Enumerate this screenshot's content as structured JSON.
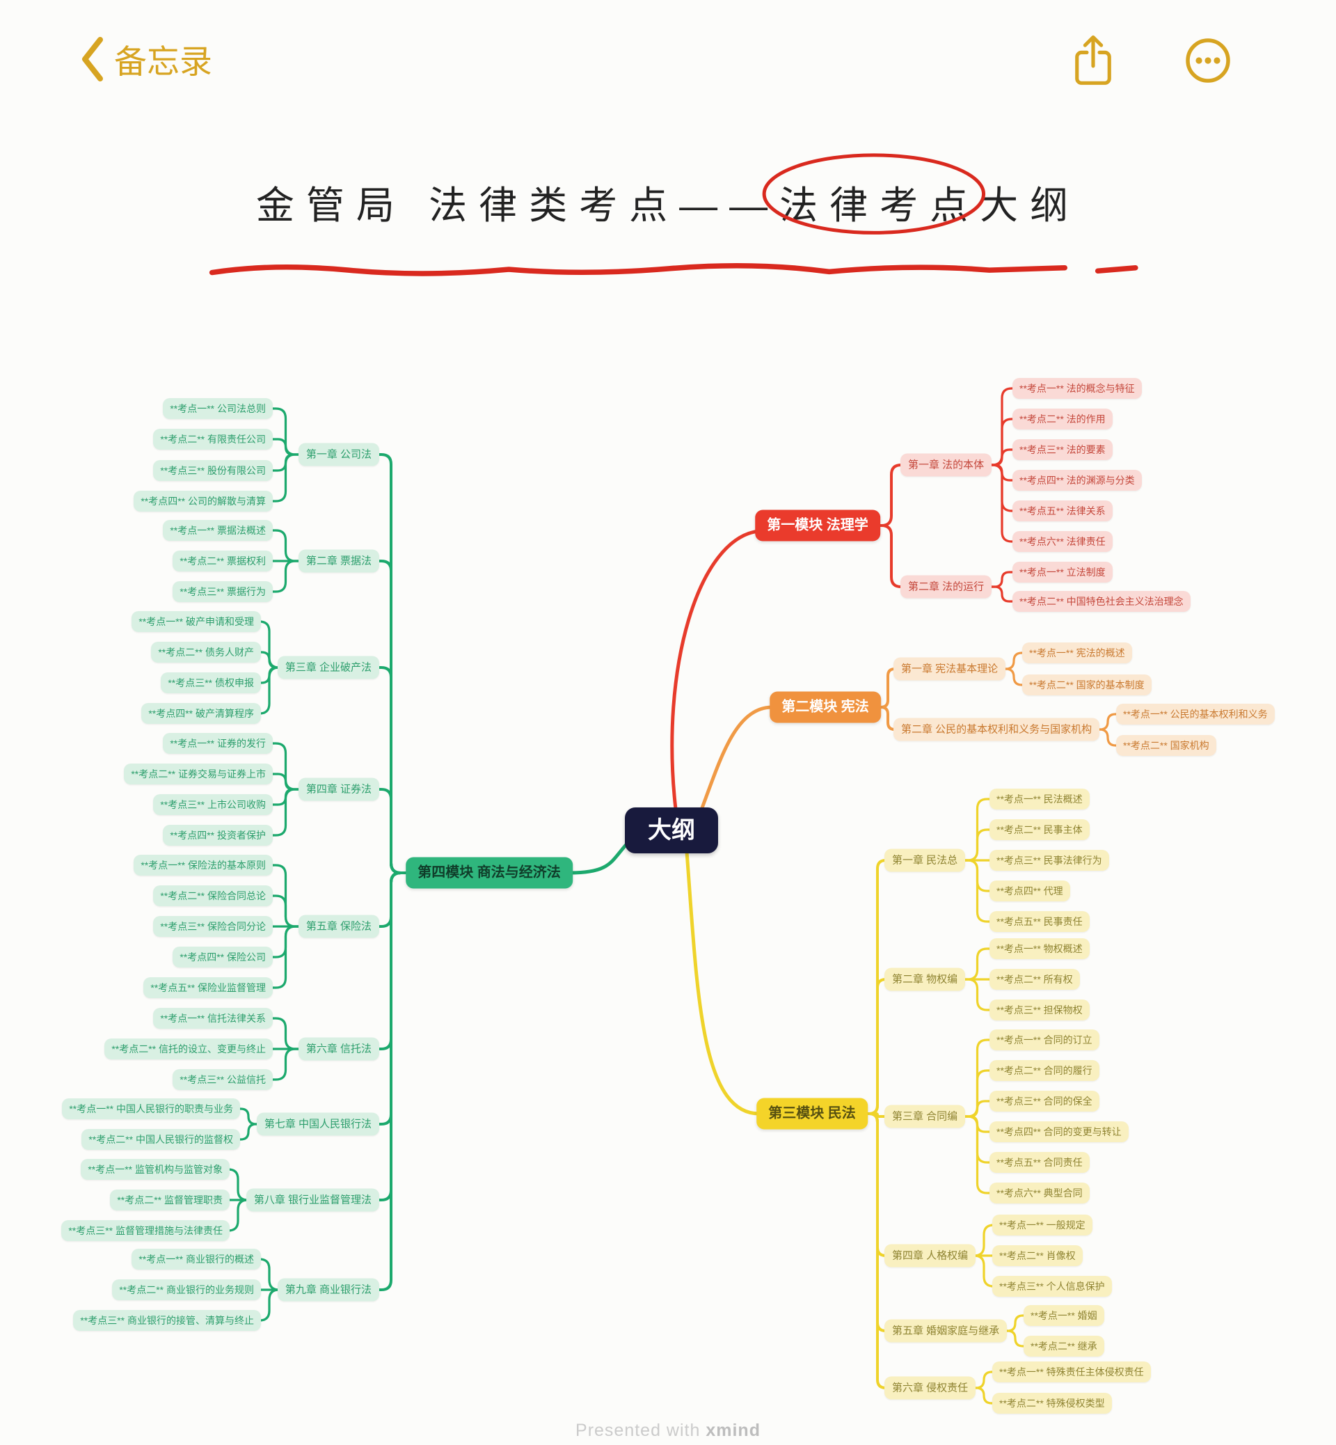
{
  "app": {
    "back_label": "备忘录",
    "back_icon": "chevron-left-icon",
    "share_icon": "share-icon",
    "more_icon": "ellipsis-circle-icon",
    "accent_gold": "#d7a421",
    "watermark_prefix": "Presented with",
    "watermark_brand": "xmind"
  },
  "title": {
    "segment_before": "金管局 法律类考点——",
    "segment_circled": "法律考点",
    "segment_after": "大纲",
    "annotation_color": "#d9291e",
    "ink_color": "#222222"
  },
  "root_label": "大纲",
  "themes": {
    "root": {
      "bg": "#181a3d",
      "text": "#ffffff"
    },
    "red": {
      "module_bg": "#ea3b2c",
      "module_text": "#ffffff",
      "node_bg": "#fadad6",
      "node_text": "#c4473b",
      "line": "#e73b2b"
    },
    "orange": {
      "module_bg": "#f0923e",
      "module_text": "#ffffff",
      "node_bg": "#fbe8d2",
      "node_text": "#c9792f",
      "line": "#f09a45"
    },
    "yellow": {
      "module_bg": "#f4d429",
      "module_text": "#565011",
      "node_bg": "#f9f0c0",
      "node_text": "#8f8432",
      "line": "#efd32a"
    },
    "green": {
      "module_bg": "#2fb67d",
      "module_text": "#103d2a",
      "node_bg": "#d9f0e3",
      "node_text": "#2c9e6c",
      "line": "#1ca96d"
    }
  },
  "modules": [
    {
      "id": "m1",
      "label": "第一模块 法理学",
      "theme": "red",
      "chapters": [
        {
          "label": "第一章 法的本体",
          "topics": [
            "**考点一** 法的概念与特征",
            "**考点二** 法的作用",
            "**考点三** 法的要素",
            "**考点四** 法的渊源与分类",
            "**考点五** 法律关系",
            "**考点六** 法律责任"
          ]
        },
        {
          "label": "第二章 法的运行",
          "topics": [
            "**考点一** 立法制度",
            "**考点二** 中国特色社会主义法治理念"
          ]
        }
      ]
    },
    {
      "id": "m2",
      "label": "第二模块 宪法",
      "theme": "orange",
      "chapters": [
        {
          "label": "第一章 宪法基本理论",
          "topics": [
            "**考点一** 宪法的概述",
            "**考点二** 国家的基本制度"
          ]
        },
        {
          "label": "第二章 公民的基本权利和义务与国家机构",
          "topics": [
            "**考点一** 公民的基本权利和义务",
            "**考点二** 国家机构"
          ]
        }
      ]
    },
    {
      "id": "m3",
      "label": "第三模块 民法",
      "theme": "yellow",
      "chapters": [
        {
          "label": "第一章 民法总",
          "topics": [
            "**考点一** 民法概述",
            "**考点二** 民事主体",
            "**考点三** 民事法律行为",
            "**考点四** 代理",
            "**考点五** 民事责任"
          ]
        },
        {
          "label": "第二章 物权编",
          "topics": [
            "**考点一** 物权概述",
            "**考点二** 所有权",
            "**考点三** 担保物权"
          ]
        },
        {
          "label": "第三章 合同编",
          "topics": [
            "**考点一** 合同的订立",
            "**考点二** 合同的履行",
            "**考点三** 合同的保全",
            "**考点四** 合同的变更与转让",
            "**考点五** 合同责任",
            "**考点六** 典型合同"
          ]
        },
        {
          "label": "第四章 人格权编",
          "topics": [
            "**考点一** 一般规定",
            "**考点二** 肖像权",
            "**考点三** 个人信息保护"
          ]
        },
        {
          "label": "第五章 婚姻家庭与继承",
          "topics": [
            "**考点一** 婚姻",
            "**考点二** 继承"
          ]
        },
        {
          "label": "第六章 侵权责任",
          "topics": [
            "**考点一** 特殊责任主体侵权责任",
            "**考点二** 特殊侵权类型"
          ]
        }
      ]
    },
    {
      "id": "m4",
      "label": "第四模块 商法与经济法",
      "theme": "green",
      "chapters": [
        {
          "label": "第一章 公司法",
          "topics": [
            "**考点一** 公司法总则",
            "**考点二** 有限责任公司",
            "**考点三** 股份有限公司",
            "**考点四** 公司的解散与清算"
          ]
        },
        {
          "label": "第二章 票据法",
          "topics": [
            "**考点一** 票据法概述",
            "**考点二** 票据权利",
            "**考点三** 票据行为"
          ]
        },
        {
          "label": "第三章 企业破产法",
          "topics": [
            "**考点一** 破产申请和受理",
            "**考点二** 债务人财产",
            "**考点三** 债权申报",
            "**考点四** 破产清算程序"
          ]
        },
        {
          "label": "第四章 证券法",
          "topics": [
            "**考点一** 证券的发行",
            "**考点二** 证券交易与证券上市",
            "**考点三** 上市公司收购",
            "**考点四** 投资者保护"
          ]
        },
        {
          "label": "第五章 保险法",
          "topics": [
            "**考点一** 保险法的基本原则",
            "**考点二** 保险合同总论",
            "**考点三** 保险合同分论",
            "**考点四** 保险公司",
            "**考点五** 保险业监督管理"
          ]
        },
        {
          "label": "第六章 信托法",
          "topics": [
            "**考点一** 信托法律关系",
            "**考点二** 信托的设立、变更与终止",
            "**考点三** 公益信托"
          ]
        },
        {
          "label": "第七章 中国人民银行法",
          "topics": [
            "**考点一** 中国人民银行的职责与业务",
            "**考点二** 中国人民银行的监督权"
          ]
        },
        {
          "label": "第八章 银行业监督管理法",
          "topics": [
            "**考点一** 监管机构与监管对象",
            "**考点二** 监督管理职责",
            "**考点三** 监督管理措施与法律责任"
          ]
        },
        {
          "label": "第九章 商业银行法",
          "topics": [
            "**考点一** 商业银行的概述",
            "**考点二** 商业银行的业务规则",
            "**考点三** 商业银行的接管、清算与终止"
          ]
        }
      ]
    }
  ]
}
